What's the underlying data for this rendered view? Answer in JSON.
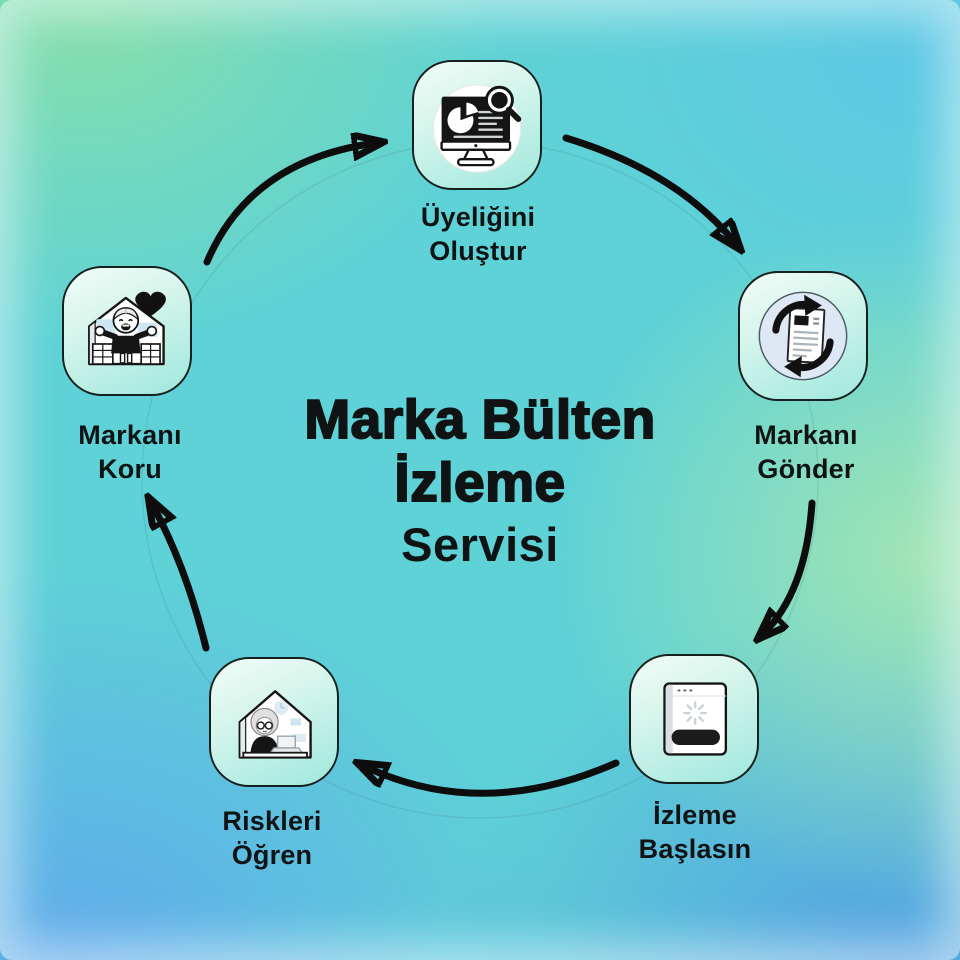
{
  "title": {
    "line1": "Marka Bülten",
    "line2": "İzleme",
    "line3": "Servisi"
  },
  "steps": [
    {
      "name": "uyeligini-olustur",
      "lines": [
        "Üyeliğini",
        "Oluştur"
      ],
      "icon": "monitor-analytics-search-icon"
    },
    {
      "name": "markani-gonder",
      "lines": [
        "Markanı",
        "Gönder"
      ],
      "icon": "document-sync-icon"
    },
    {
      "name": "izleme-baslasin",
      "lines": [
        "İzleme",
        "Başlasın"
      ],
      "icon": "browser-loading-icon"
    },
    {
      "name": "riskleri-ogren",
      "lines": [
        "Riskleri",
        "Öğren"
      ],
      "icon": "person-laptop-home-icon"
    },
    {
      "name": "markani-koru",
      "lines": [
        "Markanı",
        "Koru"
      ],
      "icon": "person-heart-home-icon"
    }
  ],
  "colors": {
    "background_teal": "#5ed2d6",
    "background_green": "#86dfa9",
    "background_skyblue": "#5cc7e6",
    "background_blue_bottom_left": "#5fa8ec",
    "background_blue_bottom_right": "#549ee2",
    "card_gradient_start": "#f1fcf8",
    "card_gradient_end": "#9fe8dd",
    "card_border": "#15201f",
    "arrow": "#0d0d0d",
    "text": "#101314"
  }
}
